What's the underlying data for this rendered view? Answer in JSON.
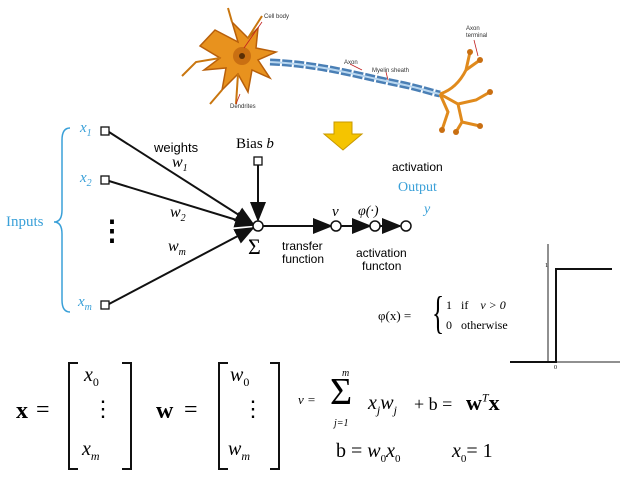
{
  "neuron_labels": {
    "cell_body": "Cell body",
    "axon": "Axon",
    "myelin": "Myelin sheath",
    "axon_terminal_1": "Axon",
    "axon_terminal_2": "terminal",
    "dendrites": "Dendrites"
  },
  "perceptron": {
    "inputs_label": "Inputs",
    "input_x1": "x",
    "input_x1_sub": "1",
    "input_x2": "x",
    "input_x2_sub": "2",
    "input_xm": "x",
    "input_xm_sub": "m",
    "weights_label": "weights",
    "w1": "w",
    "w1_sub": "1",
    "w2": "w",
    "w2_sub": "2",
    "wm": "w",
    "wm_sub": "m",
    "bias_label": "Bias",
    "bias_sym": "b",
    "sum_symbol": "Σ",
    "transfer_1": "transfer",
    "transfer_2": "function",
    "v_label": "v",
    "phi_label": "φ(·)",
    "activation_top": "activation",
    "output_label": "Output",
    "y_label": "y",
    "activation_bottom_1": "activation",
    "activation_bottom_2": "functon",
    "vdots": "⋮"
  },
  "step_function": {
    "lhs": "φ(x) =",
    "case1_val": "1",
    "case1_if": "if",
    "case1_cond": "v > 0",
    "case2_val": "0",
    "case2_cond": "otherwise",
    "y_tick": "1",
    "x_tick": "0"
  },
  "equations": {
    "x_vec": "x",
    "equals": "=",
    "x0": "x",
    "x0_sub": "0",
    "vdots": "⋮",
    "xm": "x",
    "xm_sub": "m",
    "w_vec": "w",
    "w0": "w",
    "w0_sub": "0",
    "wm": "w",
    "wm_sub": "m",
    "sum_lhs": "v =",
    "sum_top": "m",
    "sum_sym": "Σ",
    "sum_bottom": "j=1",
    "sum_body": "x",
    "sum_body_j": "j",
    "sum_body_w": "w",
    "sum_body_wj": "j",
    "sum_plus_b": "+ b =",
    "wT": "w",
    "wT_sup": "T",
    "x_end": "x",
    "b_eq": "b =",
    "b_w0": "w",
    "b_w0_sub": "0",
    "b_x0": "x",
    "b_x0_sub": "0",
    "x0_eq": "x",
    "x0_eq_sub": "0",
    "x0_eq_rhs": "= 1"
  },
  "colors": {
    "input_blue": "#3aa0d8",
    "neuron_orange": "#e8921e",
    "axon_blue": "#4a7fb5",
    "arrow_yellow": "#f5c400"
  }
}
